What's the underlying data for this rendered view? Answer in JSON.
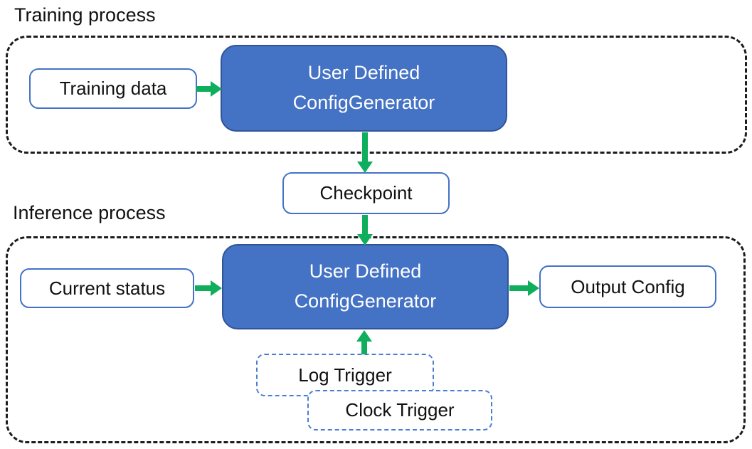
{
  "diagram": {
    "training": {
      "label": "Training process",
      "input_box": "Training data",
      "generator": {
        "line1": "User Defined",
        "line2": "ConfigGenerator"
      }
    },
    "checkpoint": {
      "label": "Checkpoint"
    },
    "inference": {
      "label": "Inference process",
      "input_box": "Current status",
      "generator": {
        "line1": "User Defined",
        "line2": "ConfigGenerator"
      },
      "output_box": "Output Config",
      "triggers": {
        "log": "Log Trigger",
        "clock": "Clock Trigger"
      }
    },
    "colors": {
      "generator_fill": "#4472C4",
      "generator_border": "#2F5597",
      "box_border": "#4472C4",
      "trigger_dash": "#4A7DD2",
      "arrow_green": "#0FAE5D",
      "dash_black": "#1C1C1C"
    }
  }
}
